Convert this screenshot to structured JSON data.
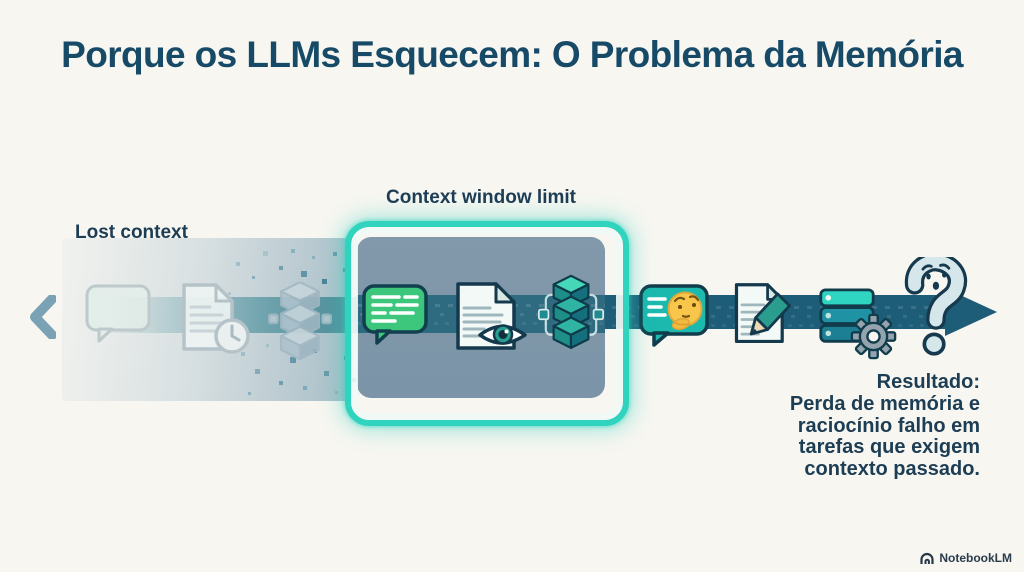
{
  "title": "Porque os LLMs Esquecem: O Problema da Memória",
  "timeline": {
    "lost_label": "Lost context",
    "window_label": "Context window limit"
  },
  "result": {
    "heading": "Resultado:",
    "line1": "Perda de memória e",
    "line2": "raciocínio falho em",
    "line3": "tarefas que exigem",
    "line4": "contexto passado."
  },
  "footer": {
    "brand": "NotebookLM"
  },
  "icons": {
    "back": "chevron-left-icon",
    "faded_chat": "faded-chat-bubble-icon",
    "faded_doc": "faded-document-clock-icon",
    "faded_memory": "faded-memory-cubes-icon",
    "chat": "green-chat-bubble-icon",
    "doc_eye": "document-eye-icon",
    "memory": "memory-cubes-icon",
    "thinking": "thinking-chat-bubble-icon",
    "doc_pencil": "document-pencil-icon",
    "server": "server-gear-icon",
    "confusion": "confused-question-mark-icon",
    "brand": "notebooklm-logo-icon"
  },
  "colors": {
    "background": "#F7F6F1",
    "title_text": "#174A66",
    "label_text": "#1C3D54",
    "accent_teal": "#2FD3BE",
    "band_dark": "#1D5D78",
    "band_mid": "#2E6B80",
    "window_fill": "#7D96A9",
    "bubble_green": "#3CC77D",
    "bubble_teal": "#1CB9AE"
  }
}
